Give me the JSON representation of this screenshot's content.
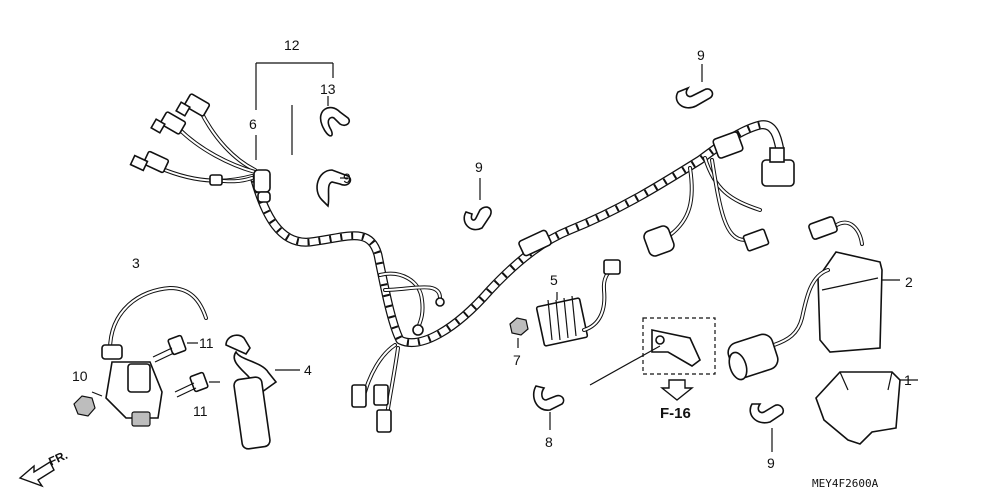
{
  "callouts": {
    "c1": "1",
    "c2": "2",
    "c3": "3",
    "c4": "4",
    "c5": "5",
    "c6": "6",
    "c7": "7",
    "c8": "8",
    "c9a": "9",
    "c9b": "9",
    "c9c": "9",
    "c9d": "9",
    "c10": "10",
    "c11a": "11",
    "c11b": "11",
    "c12": "12",
    "c13": "13"
  },
  "reference": "F-16",
  "diagram_code": "MEY4F2600A",
  "direction_label": "FR."
}
